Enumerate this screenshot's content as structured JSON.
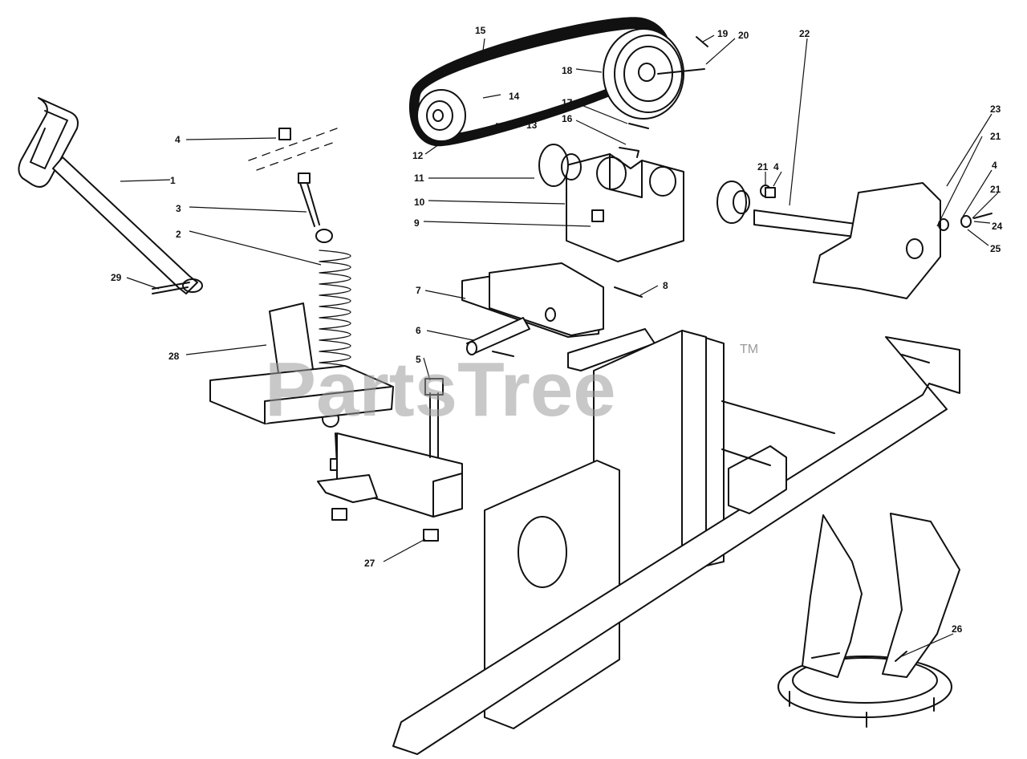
{
  "watermark": {
    "text": "PartsTree",
    "trademark": "TM"
  },
  "callouts": [
    {
      "n": "1"
    },
    {
      "n": "2"
    },
    {
      "n": "3"
    },
    {
      "n": "4"
    },
    {
      "n": "5"
    },
    {
      "n": "6"
    },
    {
      "n": "7"
    },
    {
      "n": "8"
    },
    {
      "n": "9"
    },
    {
      "n": "10"
    },
    {
      "n": "11"
    },
    {
      "n": "12"
    },
    {
      "n": "13"
    },
    {
      "n": "14"
    },
    {
      "n": "15"
    },
    {
      "n": "16"
    },
    {
      "n": "17"
    },
    {
      "n": "18"
    },
    {
      "n": "19"
    },
    {
      "n": "20"
    },
    {
      "n": "21"
    },
    {
      "n": "22"
    },
    {
      "n": "23"
    },
    {
      "n": "21"
    },
    {
      "n": "4"
    },
    {
      "n": "21"
    },
    {
      "n": "24"
    },
    {
      "n": "25"
    },
    {
      "n": "26"
    },
    {
      "n": "27"
    },
    {
      "n": "28"
    },
    {
      "n": "29"
    }
  ]
}
